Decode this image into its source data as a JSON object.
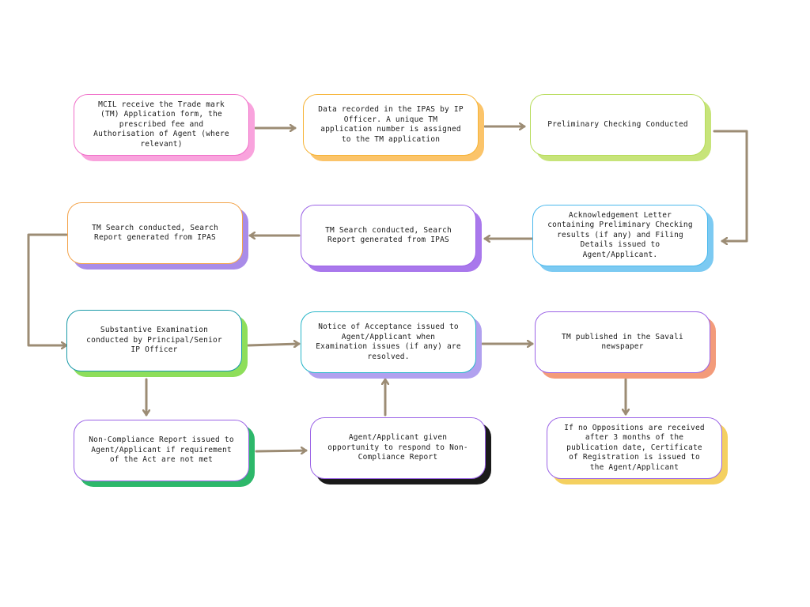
{
  "nodes": {
    "n1": {
      "text": "MCIL receive the Trade mark (TM) Application form, the prescribed fee and Authorisation of Agent (where relevant)",
      "border": "#f06ec8",
      "shadow": "#f9a3dd"
    },
    "n2": {
      "text": "Data recorded in the IPAS by IP Officer. A unique TM application number is assigned to the TM application",
      "border": "#f6b335",
      "shadow": "#fbc46a"
    },
    "n3": {
      "text": "Preliminary Checking Conducted",
      "border": "#b7dc5a",
      "shadow": "#c7e47a"
    },
    "n4": {
      "text": "Acknowledgement Letter containing Preliminary Checking results (if any) and Filing Details issued to Agent/Applicant.",
      "border": "#4ab8ec",
      "shadow": "#7ccaf2"
    },
    "n5": {
      "text": "TM Search conducted, Search Report generated from IPAS",
      "border": "#9b63e6",
      "shadow": "#a978ec"
    },
    "n6": {
      "text": "TM Search conducted, Search Report generated from IPAS",
      "border": "#f3a34a",
      "shadow": "#a98ce8"
    },
    "n7": {
      "text": "Substantive Examination conducted by Principal/Senior IP Officer",
      "border": "#1a9aa8",
      "shadow": "#8ede5a"
    },
    "n8": {
      "text": "Notice of Acceptance issued to Agent/Applicant when Examination issues (if any) are resolved.",
      "border": "#29b6c9",
      "shadow": "#b1a1ef"
    },
    "n9": {
      "text": "TM published in the Savali newspaper",
      "border": "#9b63e6",
      "shadow": "#f39b7a"
    },
    "n10": {
      "text": "Non-Compliance Report issued to Agent/Applicant if requirement of the Act are not met",
      "border": "#9b63e6",
      "shadow": "#2db86a"
    },
    "n11": {
      "text": "Agent/Applicant given opportunity to respond to Non-Compliance Report",
      "border": "#9b63e6",
      "shadow": "#1a1a1a"
    },
    "n12": {
      "text": "If no Oppositions are received after 3 months of the publication date, Certificate of Registration is issued to the Agent/Applicant",
      "border": "#9b63e6",
      "shadow": "#f4d060"
    }
  },
  "arrow_color": "#9c8c74"
}
